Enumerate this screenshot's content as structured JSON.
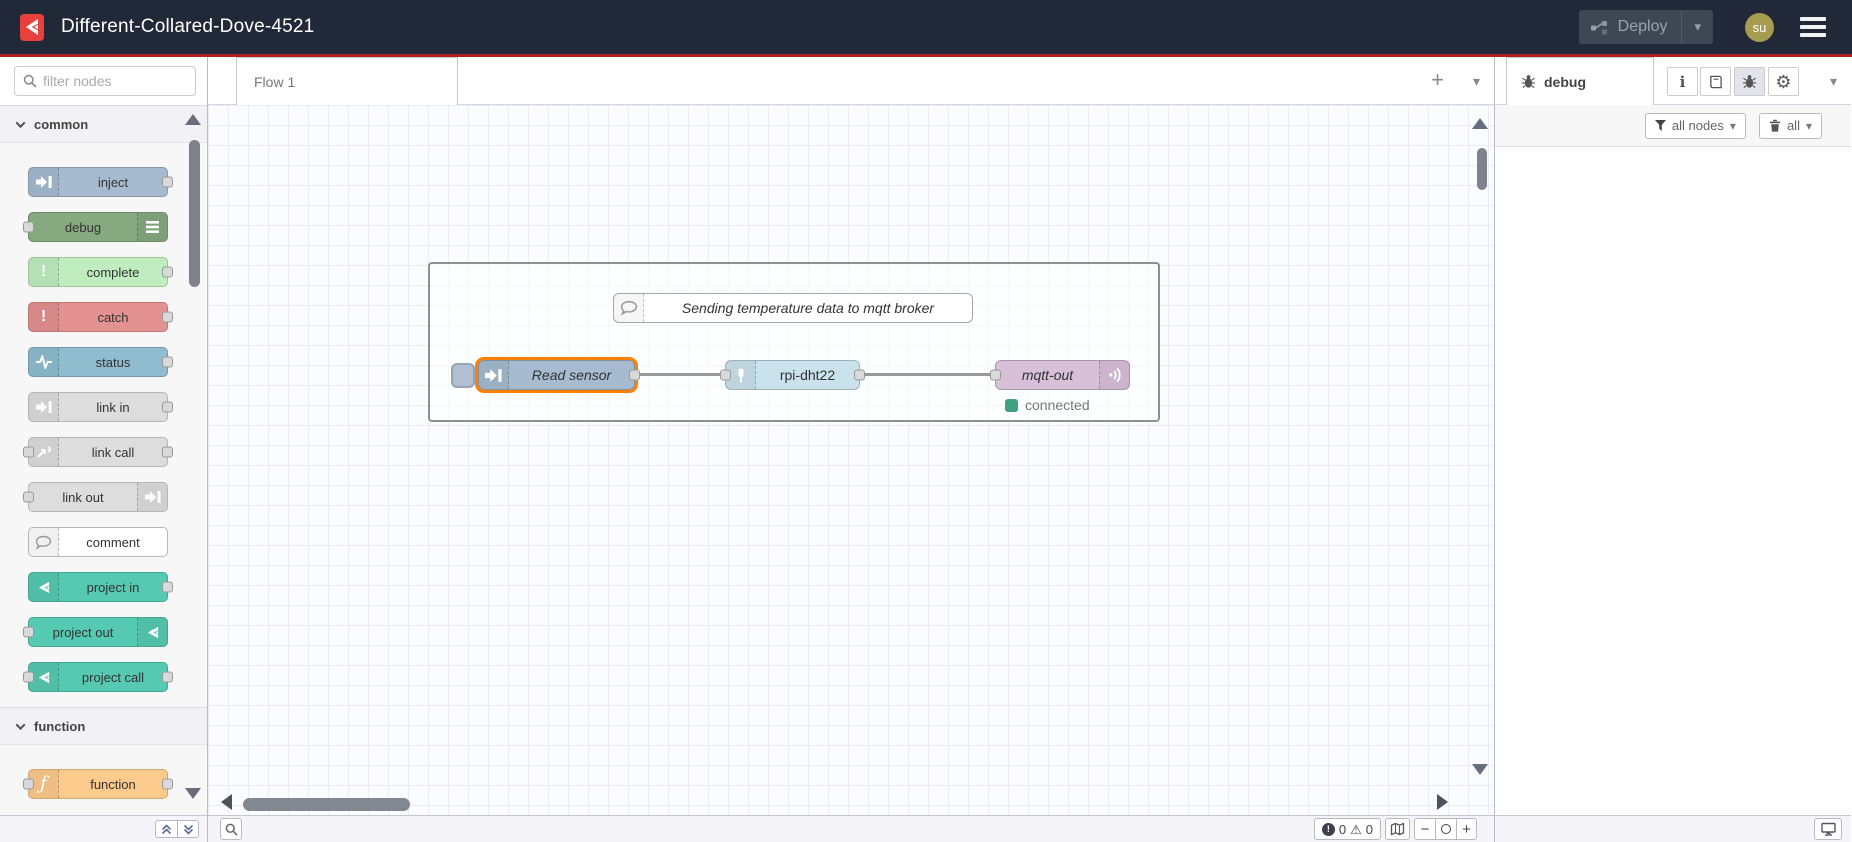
{
  "header": {
    "title": "Different-Collared-Dove-4521",
    "deploy": {
      "label": "Deploy"
    },
    "user": {
      "initials": "su"
    }
  },
  "palette": {
    "search_placeholder": "filter nodes",
    "categories": [
      {
        "label": "common",
        "items": [
          {
            "label": "inject",
            "color": "#a6bbcf"
          },
          {
            "label": "debug",
            "color": "#87a980"
          },
          {
            "label": "complete",
            "color": "#c0edc0"
          },
          {
            "label": "catch",
            "color": "#e49191"
          },
          {
            "label": "status",
            "color": "#8fbdcf"
          },
          {
            "label": "link in",
            "color": "#dddddd"
          },
          {
            "label": "link call",
            "color": "#dddddd"
          },
          {
            "label": "link out",
            "color": "#dddddd"
          },
          {
            "label": "comment",
            "color": "#ffffff"
          },
          {
            "label": "project in",
            "color": "#56c9b2"
          },
          {
            "label": "project out",
            "color": "#56c9b2"
          },
          {
            "label": "project call",
            "color": "#56c9b2"
          }
        ]
      },
      {
        "label": "function",
        "items": [
          {
            "label": "function",
            "color": "#fdca8d"
          }
        ]
      }
    ]
  },
  "workspace": {
    "tab": {
      "label": "Flow 1"
    },
    "comment_node": {
      "label": "Sending temperature data to mqtt broker",
      "color": "#ffffff"
    },
    "nodes": [
      {
        "label": "Read sensor",
        "color": "#a6bbcf",
        "selected": true
      },
      {
        "label": "rpi-dht22",
        "color": "#c9e2ec"
      },
      {
        "label": "mqtt-out",
        "color": "#d8c0d8",
        "status": "connected"
      }
    ],
    "selection_color": "#ff8000",
    "status_color": "#3fa27e"
  },
  "sidebar": {
    "tab_label": "debug",
    "filter_button": "all nodes",
    "clear_button": "all"
  },
  "status_bar": {
    "error_count": "0",
    "warning_count": "0"
  }
}
